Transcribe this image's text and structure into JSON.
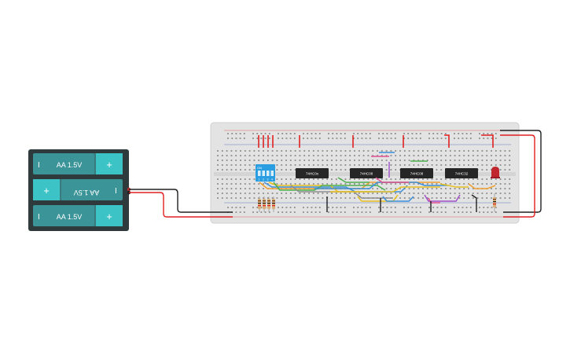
{
  "battery_pack": {
    "cells": [
      {
        "label": "AA 1.5V",
        "orientation": "normal"
      },
      {
        "label": "AA 1.5V",
        "orientation": "flipped"
      },
      {
        "label": "AA 1.5V",
        "orientation": "normal"
      }
    ],
    "plus_symbol": "+",
    "minus_symbol": "I",
    "body_color": "#2f3a3d",
    "cell_color": "#3cc3c6"
  },
  "breadboard": {
    "body_color": "#e3e3e3",
    "hole_color": "#8a8a8a"
  },
  "dip_switch": {
    "label": "ON",
    "positions": [
      "1",
      "2",
      "3",
      "4"
    ],
    "color": "#2a9ee0"
  },
  "chips": [
    {
      "label": "74HC0x"
    },
    {
      "label": "74HC08"
    },
    {
      "label": "74HC08"
    },
    {
      "label": "74HC32"
    }
  ],
  "led": {
    "color": "#c0262e"
  },
  "colors": {
    "wire_red": "#e02020",
    "wire_black": "#202020",
    "wire_orange": "#f0a030",
    "wire_blue": "#3a8fd8",
    "wire_green": "#4caf50",
    "wire_purple": "#a050c8",
    "wire_pink": "#e05090",
    "wire_yellow": "#e8c020",
    "wire_gray": "#909090"
  }
}
